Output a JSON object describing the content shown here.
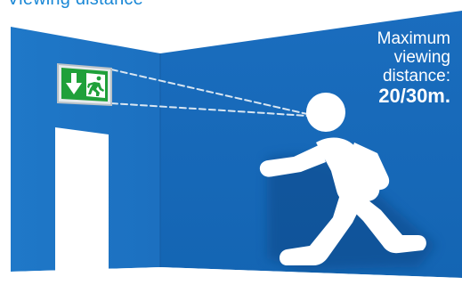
{
  "heading": "Viewing distance",
  "caption": {
    "line1": "Maximum",
    "line2": "viewing",
    "line3": "distance:",
    "value": "20/30m",
    "terminator": "."
  },
  "colors": {
    "background": "#ffffff",
    "wall_left": "#1f74c4",
    "wall_back": "#1565b4",
    "floor_shadow": "#0f4f94",
    "heading": "#1a88d6",
    "sign_green": "#1fa03a",
    "sign_frame": "#cfd4d8",
    "figure": "#ffffff"
  },
  "icons": {
    "sign": "emergency-exit-sign-icon",
    "arrow": "arrow-down-icon",
    "running_man": "running-man-icon",
    "person": "running-person-figure"
  }
}
